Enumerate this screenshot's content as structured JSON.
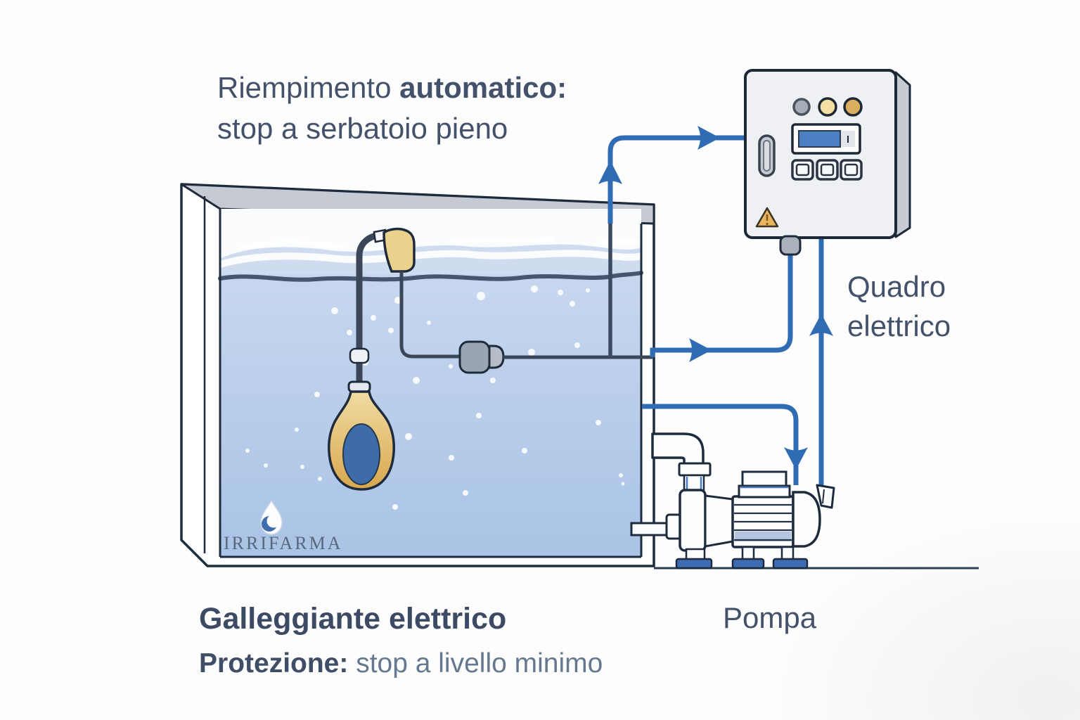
{
  "diagram": {
    "title": {
      "lead": "Riempimento ",
      "emphasis": "automatico:",
      "line2": "stop a serbatoio pieno"
    },
    "float_label": {
      "title": "Galleggiante elettrico",
      "protection_lead": "Protezione:",
      "protection_rest": " stop a livello minimo"
    },
    "pump_label": "Pompa",
    "panel_label": "Quadro elettrico",
    "brand": "IRRIFARMA",
    "colors": {
      "wire_blue": "#2f6cb4",
      "outline_navy": "#1e2b3c",
      "water": "#b5c9e7",
      "water_pale_band": "#cfdcf0",
      "float_yellow": "#e3b866",
      "panel_body": "#eef0f3",
      "panel_display_bar": "#4b80c2",
      "indicator_gray": "#a6adb7",
      "indicator_yellow": "#f3e0a2",
      "indicator_amber": "#dcac5f",
      "warning_amber": "#e9b45e",
      "feet_blue": "#3e6cb2",
      "text": "#44516a"
    }
  }
}
